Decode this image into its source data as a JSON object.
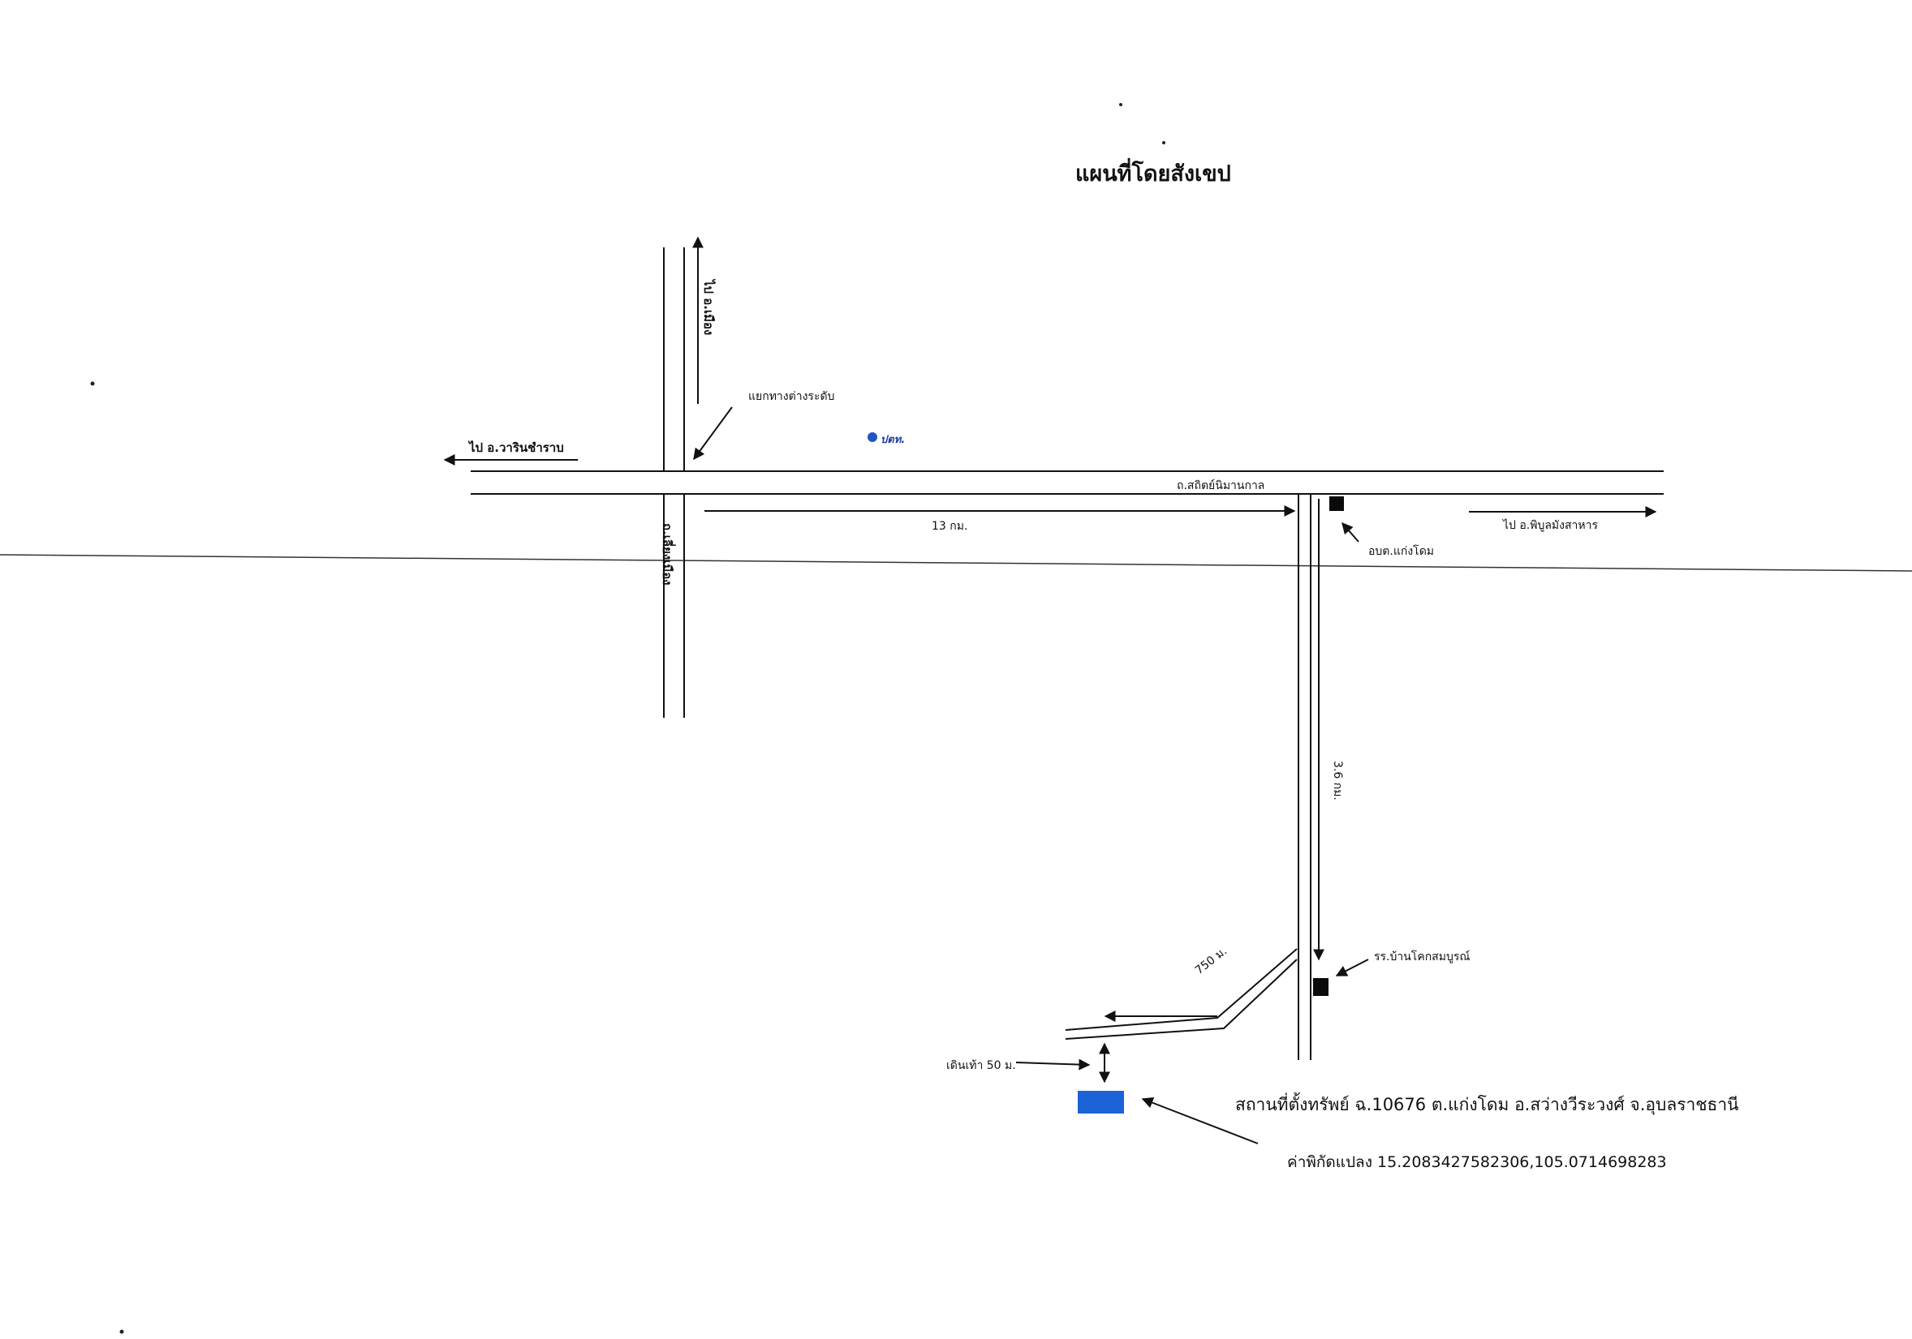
{
  "title": "แผนที่โดยสังเขป",
  "labels": {
    "to_muang": "ไป อ.เมือง",
    "to_warin": "ไป อ.วารินชำราบ",
    "to_phibun": "ไป อ.พิบูลมังสาหาร",
    "interchange": "แยกทางต่างระดับ",
    "ptt": "ปตท.",
    "main_road": "ถ.สถิตย์นิมานกาล",
    "bypass_road": "ถ.เลี่ยงเมือง",
    "dist_13km": "13 กม.",
    "dist_36km": "3.6 กม.",
    "dist_750m": "750 ม.",
    "walk_50m": "เดินเท้า 50 ม.",
    "obt_kaengdom": "อบต.แก่งโดม",
    "school": "รร.บ้านโคกสมบูรณ์",
    "location": "สถานที่ตั้งทรัพย์ ฉ.10676  ต.แก่งโดม อ.สว่างวีระวงศ์ จ.อุบลราชธานี",
    "coordinates": "ค่าพิกัดแปลง 15.2083427582306,105.0714698283"
  },
  "colors": {
    "road": "#111111",
    "target": "#1a62d6",
    "ptt": "#1e56c8"
  }
}
